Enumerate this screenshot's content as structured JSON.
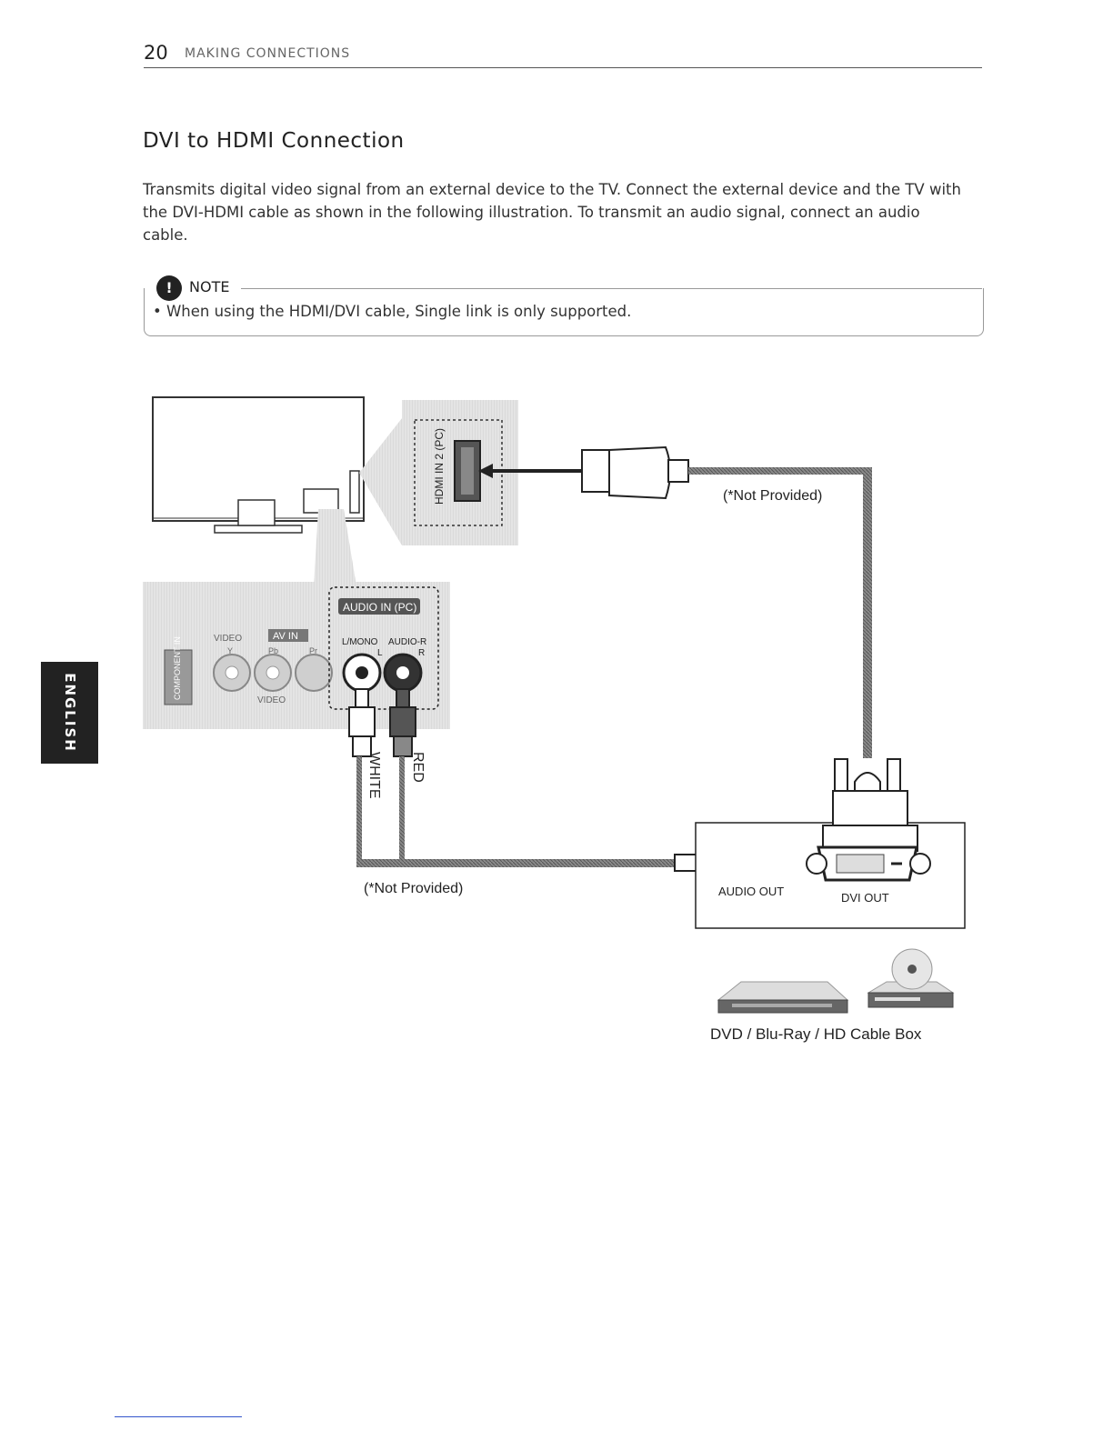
{
  "header": {
    "page_number": "20",
    "section": "MAKING CONNECTIONS"
  },
  "title": "DVI to HDMI Connection",
  "paragraph": "Transmits digital video signal from an external device to the TV. Connect the external device and the TV with the DVI-HDMI cable as shown in the following illustration. To transmit an audio signal, connect an audio cable.",
  "note": {
    "label": "NOTE",
    "text": "• When using the HDMI/DVI cable, Single link is only supported."
  },
  "side_tab": "ENGLISH",
  "diagram": {
    "hdmi_port_label": "HDMI IN 2 (PC)",
    "not_provided_top": "(*Not Provided)",
    "not_provided_bottom": "(*Not Provided)",
    "audio_in_label": "AUDIO IN (PC)",
    "av_in_label": "AV IN",
    "video_label_top": "VIDEO",
    "video_label_bottom": "VIDEO",
    "component_label": "COMPONENT IN",
    "lmono_label": "L/MONO",
    "audio_r_label": "AUDIO-R",
    "l_label": "L",
    "r_label": "R",
    "y_label": "Y",
    "pb_label": "Pb",
    "pr_label": "Pr",
    "white_label": "WHITE",
    "red_label": "RED",
    "audio_out_label": "AUDIO OUT",
    "dvi_out_label": "DVI OUT",
    "devices_caption": "DVD / Blu-Ray / HD Cable Box"
  }
}
